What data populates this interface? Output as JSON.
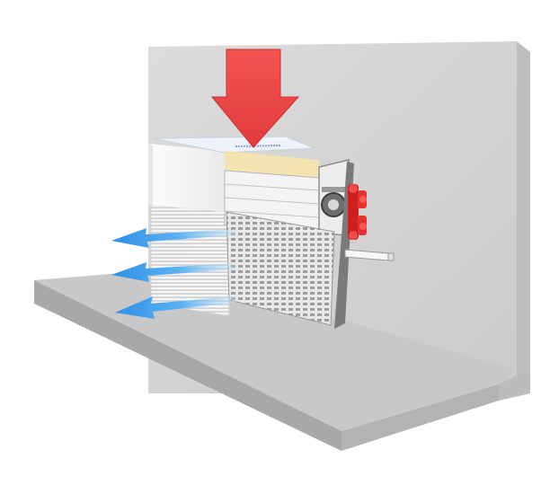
{
  "diagram": {
    "subject": "trench-heater-airflow",
    "colors": {
      "background": "#ffffff",
      "wall": "#d4d4d4",
      "wall_side": "#c6c6c6",
      "floor_top": "#c9c9c9",
      "floor_front": "#a9a9a9",
      "floor_side": "#b5b5b5",
      "down_arrow": "#f04a4a",
      "down_arrow_edge": "#d23434",
      "outflow_arrow": "#3b9cf0",
      "outflow_arrow_light": "#9dd0f7",
      "valve": "#dc2424",
      "casing": "#f2f2f2",
      "frame": "#8f8f8f",
      "insulation": "#f3e3b0"
    },
    "arrows": {
      "incoming": {
        "direction": "down",
        "count": 1
      },
      "outgoing": {
        "direction": "left",
        "count": 3
      }
    }
  }
}
